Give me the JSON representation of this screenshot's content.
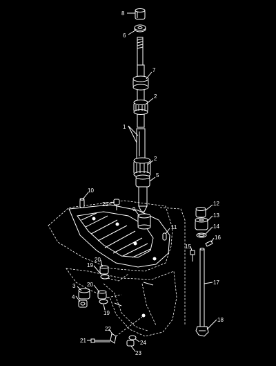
{
  "diagram": {
    "callouts": [
      {
        "id": "c8",
        "label": "8"
      },
      {
        "id": "c6",
        "label": "6"
      },
      {
        "id": "c7",
        "label": "7"
      },
      {
        "id": "c2a",
        "label": "2"
      },
      {
        "id": "c1",
        "label": "1"
      },
      {
        "id": "c2b",
        "label": "2"
      },
      {
        "id": "c5",
        "label": "5"
      },
      {
        "id": "c10",
        "label": "10"
      },
      {
        "id": "c25",
        "label": "25"
      },
      {
        "id": "c9",
        "label": "9"
      },
      {
        "id": "c11",
        "label": "11"
      },
      {
        "id": "c12",
        "label": "12"
      },
      {
        "id": "c13",
        "label": "13"
      },
      {
        "id": "c14",
        "label": "14"
      },
      {
        "id": "c16",
        "label": "16"
      },
      {
        "id": "c15",
        "label": "15"
      },
      {
        "id": "c17",
        "label": "17"
      },
      {
        "id": "c20a",
        "label": "20"
      },
      {
        "id": "c19a",
        "label": "19"
      },
      {
        "id": "c20b",
        "label": "20"
      },
      {
        "id": "c3",
        "label": "3"
      },
      {
        "id": "c4",
        "label": "4"
      },
      {
        "id": "c19b",
        "label": "19"
      },
      {
        "id": "c18",
        "label": "18"
      },
      {
        "id": "c22",
        "label": "22"
      },
      {
        "id": "c21",
        "label": "21"
      },
      {
        "id": "c24",
        "label": "24"
      },
      {
        "id": "c23",
        "label": "23"
      }
    ]
  }
}
